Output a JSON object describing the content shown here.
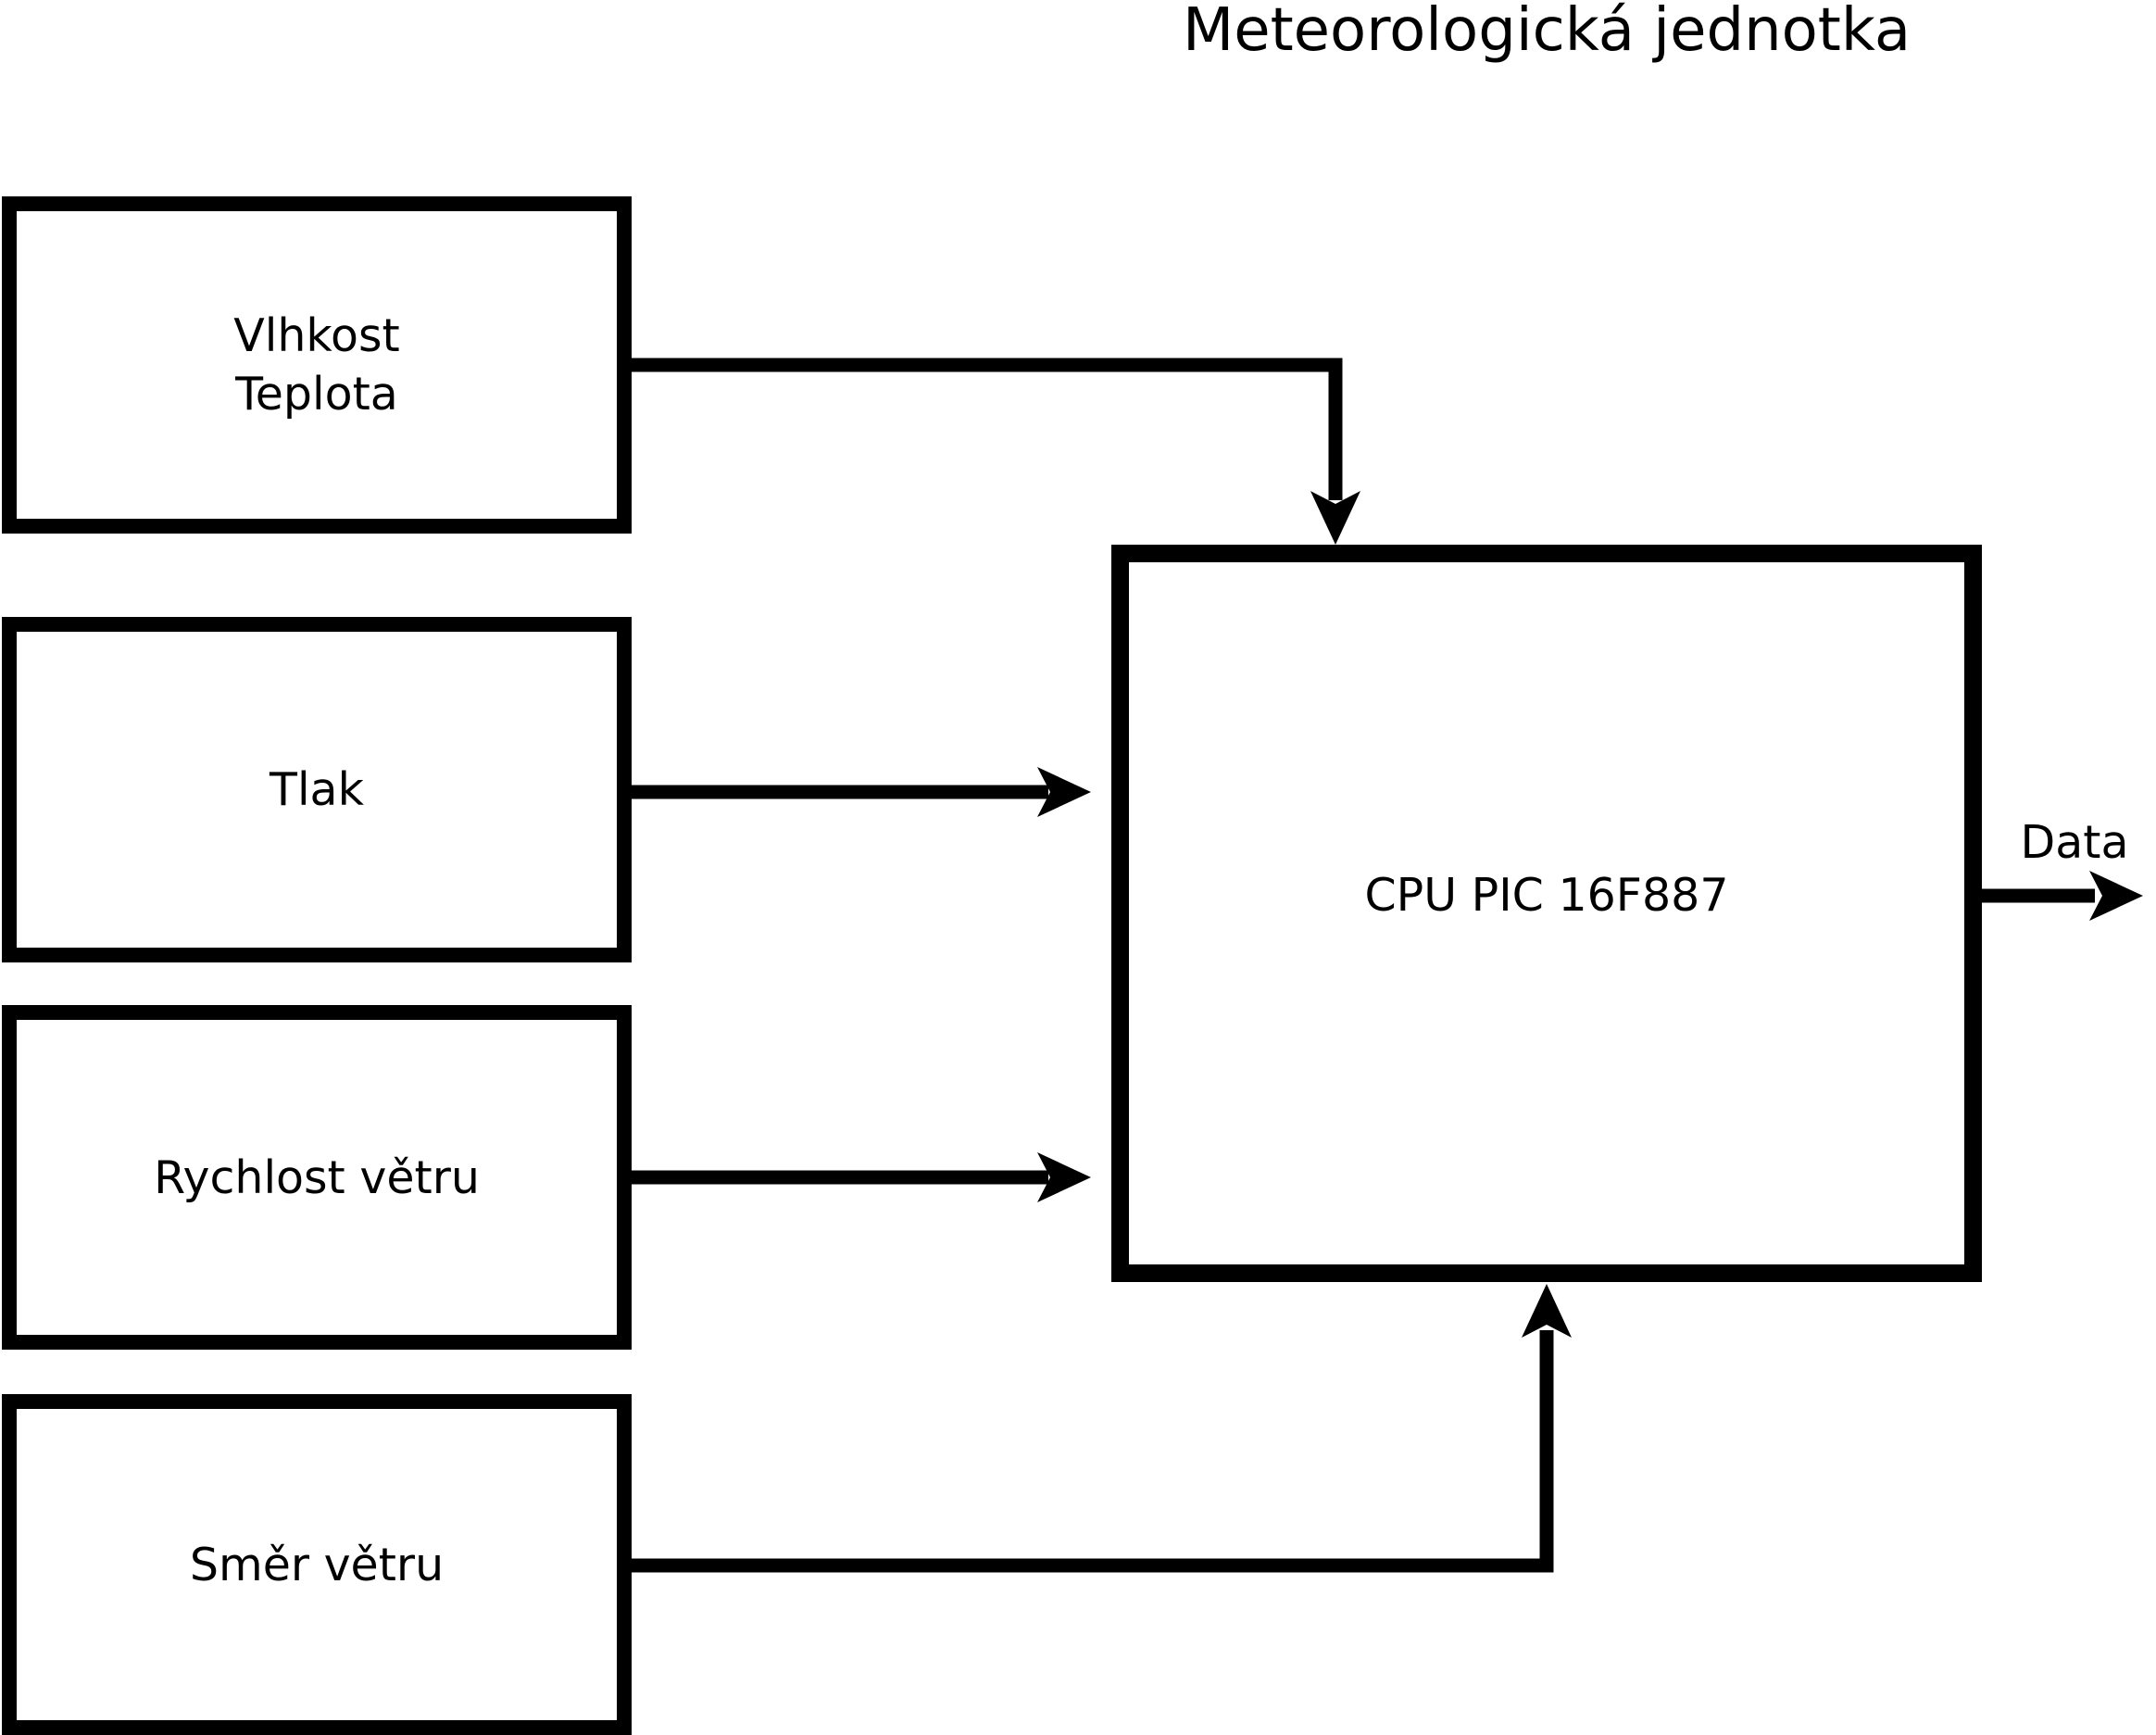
{
  "title": "Meteorologická jednotka",
  "diagram": {
    "colors": {
      "stroke": "#000000",
      "background": "#ffffff",
      "text": "#000000"
    },
    "sensors": [
      {
        "id": "vlhkost-teplota",
        "lines": [
          "Vlhkost",
          "Teplota"
        ]
      },
      {
        "id": "tlak",
        "lines": [
          "Tlak"
        ]
      },
      {
        "id": "rychlost-vetru",
        "lines": [
          "Rychlost větru"
        ]
      },
      {
        "id": "smer-vetru",
        "lines": [
          "Směr větru"
        ]
      }
    ],
    "cpu": {
      "label": "CPU PIC 16F887"
    },
    "output": {
      "label": "Data"
    }
  }
}
